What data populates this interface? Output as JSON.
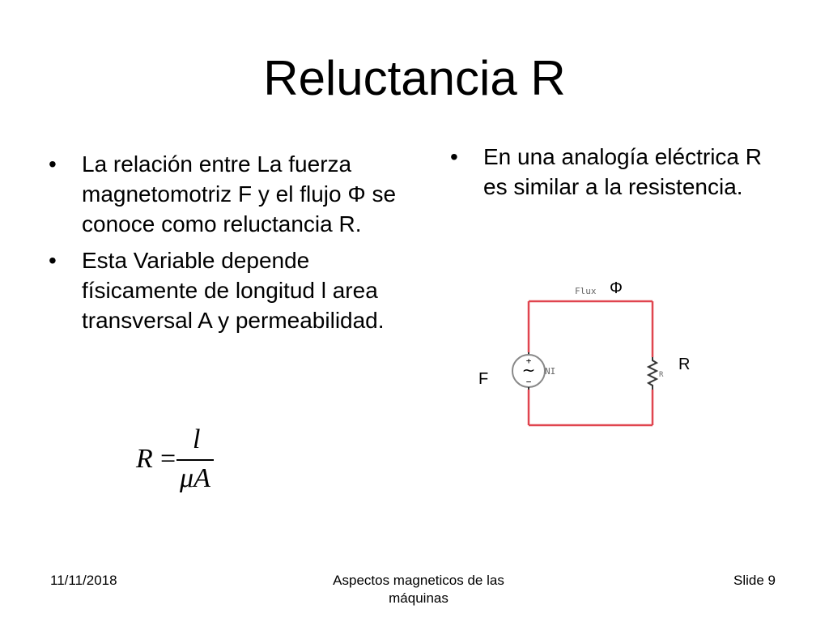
{
  "slide": {
    "title": "Reluctancia R",
    "left_bullets": [
      "La relación entre La fuerza magnetomotriz F y el flujo Φ se conoce como  reluctancia R.",
      "Esta Variable depende físicamente de longitud l area transversal A y permeabilidad."
    ],
    "right_bullets": [
      "En una analogía eléctrica R es similar a la resistencia."
    ],
    "bullet_char": "•",
    "formula": {
      "lhs": "R",
      "equals": "=",
      "numerator": "l",
      "denominator": "μA"
    },
    "circuit": {
      "flux_label": "Flux",
      "phi_label": "Φ",
      "source_label": "NI",
      "source_plus": "+",
      "source_minus": "−",
      "source_tilde": "~",
      "resistor_small_label": "R",
      "resistor_label": "R",
      "f_label": "F",
      "wire_color": "#e0454f"
    },
    "footer": {
      "date": "11/11/2018",
      "center": "Aspectos magneticos de las máquinas",
      "slide": "Slide 9"
    }
  }
}
